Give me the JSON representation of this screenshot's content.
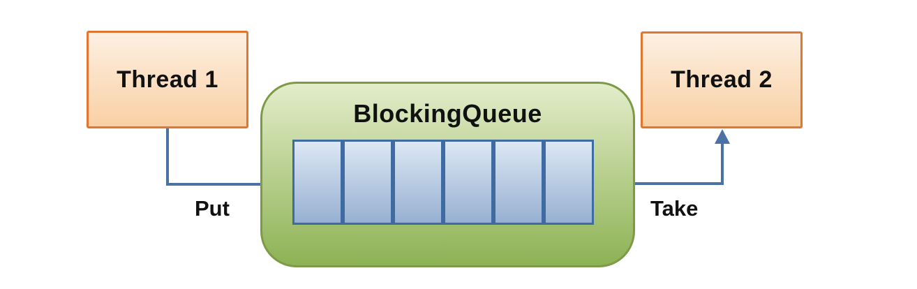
{
  "diagram": {
    "nodes": {
      "thread1": {
        "label": "Thread 1"
      },
      "thread2": {
        "label": "Thread 2"
      }
    },
    "queue": {
      "label": "BlockingQueue",
      "cell_count": 6
    },
    "edges": [
      {
        "from": "thread1",
        "to": "queue",
        "label": "Put"
      },
      {
        "from": "queue",
        "to": "thread2",
        "label": "Take"
      }
    ]
  },
  "colors": {
    "background": "#ffffff",
    "thread_box_border": "#e0762f",
    "thread_box_fill_top": "#fdf0e2",
    "thread_box_fill_bottom": "#f9d0a4",
    "queue_container_border": "#7d9b46",
    "queue_container_fill_top": "#e3edca",
    "queue_container_fill_bottom": "#8db254",
    "cell_border": "#3e6ba1",
    "cell_fill_top": "#dde7f4",
    "cell_fill_bottom": "#97b0d2",
    "arrow": "#4a72a4",
    "text": "#111111"
  }
}
